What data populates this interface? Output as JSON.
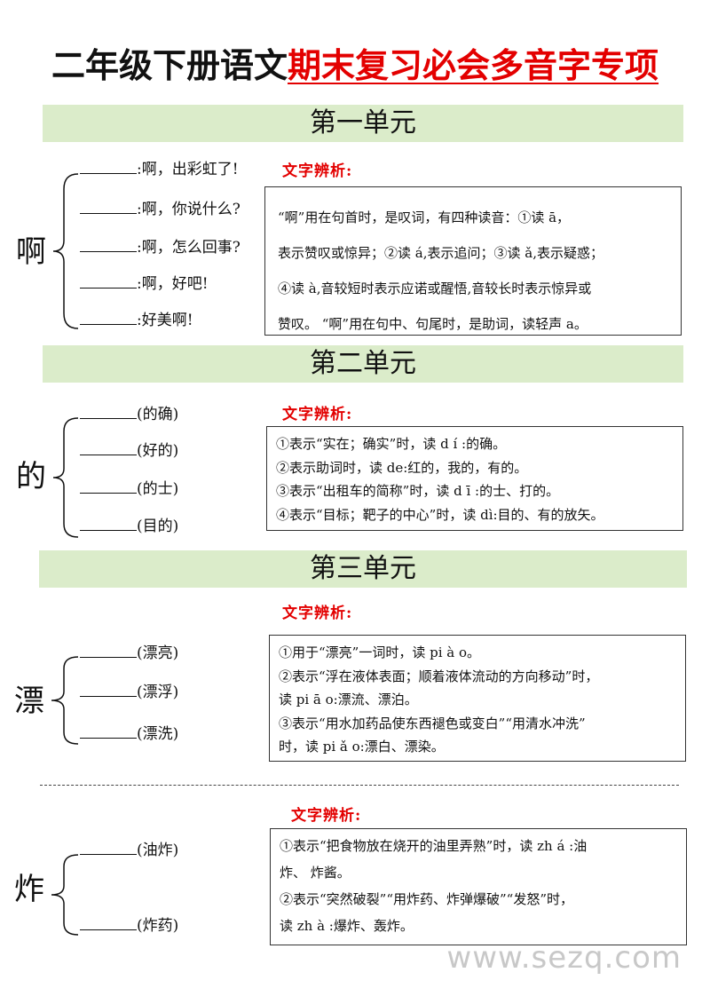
{
  "title": {
    "part1": "二年级下册语文",
    "part2": "期末复习必会多音字专项"
  },
  "label": "文字辨析:",
  "watermark": "www.sezq.com",
  "units": [
    {
      "heading": "第一单元",
      "char": "啊",
      "blanks": [
        ":啊，出彩虹了!",
        ":啊，你说什么?",
        ":啊，怎么回事?",
        ":啊，好吧!",
        ":好美啊!"
      ],
      "explanation": [
        "“啊”用在句首时，是叹词，有四种读音：①读 ā，",
        "表示赞叹或惊异；②读 á,表示追问；③读 ǎ,表示疑惑；",
        "④读 à,音较短时表示应诺或醒悟,音较长时表示惊异或",
        "赞叹。 “啊”用在句中、句尾时，是助词，读轻声 a。"
      ]
    },
    {
      "heading": "第二单元",
      "char": "的",
      "blanks": [
        "(的确)",
        "(好的)",
        "(的士)",
        "(目的)"
      ],
      "explanation": [
        "①表示“实在；确实”时，读 d í :的确。",
        "②表示助词时，读 de:红的，我的，有的。",
        "③表示“出租车的简称”时，读 d ī :的士、打的。",
        "④表示“目标；靶子的中心”时，读 dì:目的、有的放矢。"
      ]
    },
    {
      "heading": "第三单元",
      "char": "漂",
      "blanks": [
        "(漂亮)",
        "(漂浮)",
        "(漂洗)"
      ],
      "explanation": [
        "①用于“漂亮”一词时，读 pi à o。",
        "②表示“浮在液体表面；顺着液体流动的方向移动”时，",
        "读 pi ā o:漂流、漂泊。",
        "③表示“用水加药品使东西褪色或变白”“用清水冲洗”",
        "时，读 pi ǎ o:漂白、漂染。"
      ]
    },
    {
      "char": "炸",
      "blanks": [
        "(油炸)",
        "(炸药)"
      ],
      "explanation": [
        "①表示“把食物放在烧开的油里弄熟”时，读 zh á :油",
        "炸、 炸酱。",
        "②表示“突然破裂”“用炸药、炸弹爆破”“发怒”时，",
        "读 zh à :爆炸、轰炸。"
      ]
    }
  ]
}
